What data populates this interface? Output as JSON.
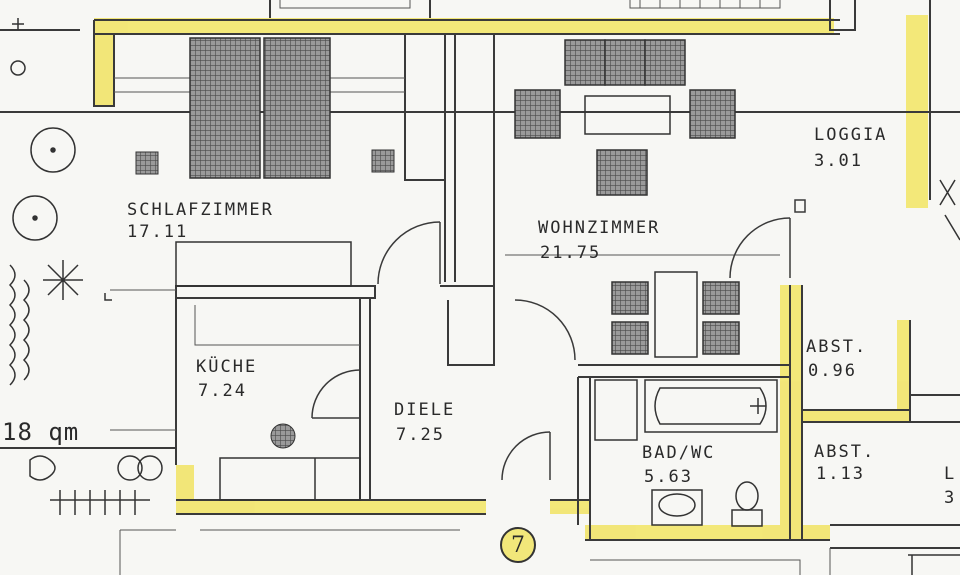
{
  "rooms": {
    "schlafzimmer": {
      "name": "SCHLAFZIMMER",
      "area": "17.11"
    },
    "wohnzimmer": {
      "name": "WOHNZIMMER",
      "area": "21.75"
    },
    "loggia": {
      "name": "LOGGIA",
      "area": "3.01"
    },
    "kueche": {
      "name": "KÜCHE",
      "area": "7.24"
    },
    "diele": {
      "name": "DIELE",
      "area": "7.25"
    },
    "abst1": {
      "name": "ABST.",
      "area": "0.96"
    },
    "abst2": {
      "name": "ABST.",
      "area": "1.13"
    },
    "badwc": {
      "name": "BAD/WC",
      "area": "5.63"
    }
  },
  "edge_texts": {
    "qm": "18 qm",
    "right_partial_name": "L",
    "right_partial_area": "3"
  },
  "unit_number": "7",
  "colors": {
    "wall": "#3a3a3a",
    "highlight": "#f2e56b",
    "paper": "#f7f7f4",
    "hatch": "#7a7a7a"
  }
}
